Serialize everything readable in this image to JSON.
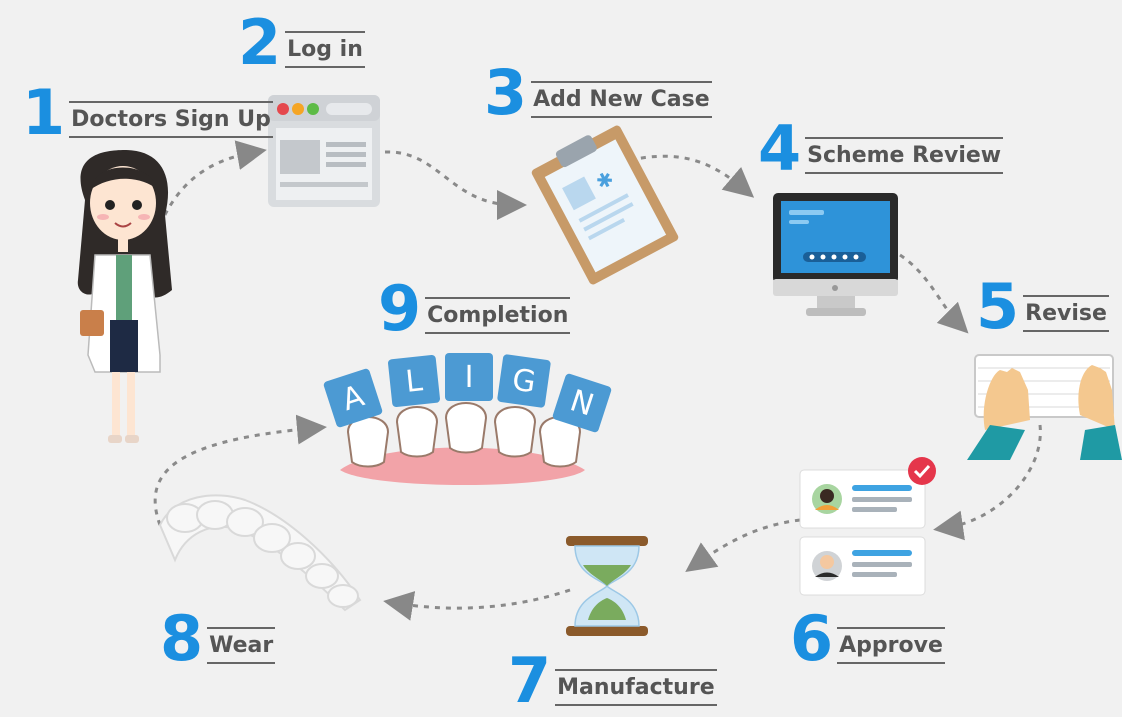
{
  "steps": [
    {
      "number": "1",
      "label": "Doctors Sign Up"
    },
    {
      "number": "2",
      "label": "Log in"
    },
    {
      "number": "3",
      "label": "Add New Case"
    },
    {
      "number": "4",
      "label": "Scheme Review"
    },
    {
      "number": "5",
      "label": "Revise"
    },
    {
      "number": "6",
      "label": "Approve"
    },
    {
      "number": "7",
      "label": "Manufacture"
    },
    {
      "number": "8",
      "label": "Wear"
    },
    {
      "number": "9",
      "label": "Completion"
    }
  ],
  "align_letters": [
    "A",
    "L",
    "I",
    "G",
    "N"
  ],
  "colors": {
    "accent": "#1b8fe0",
    "label": "#555555",
    "arrow": "#888888"
  }
}
